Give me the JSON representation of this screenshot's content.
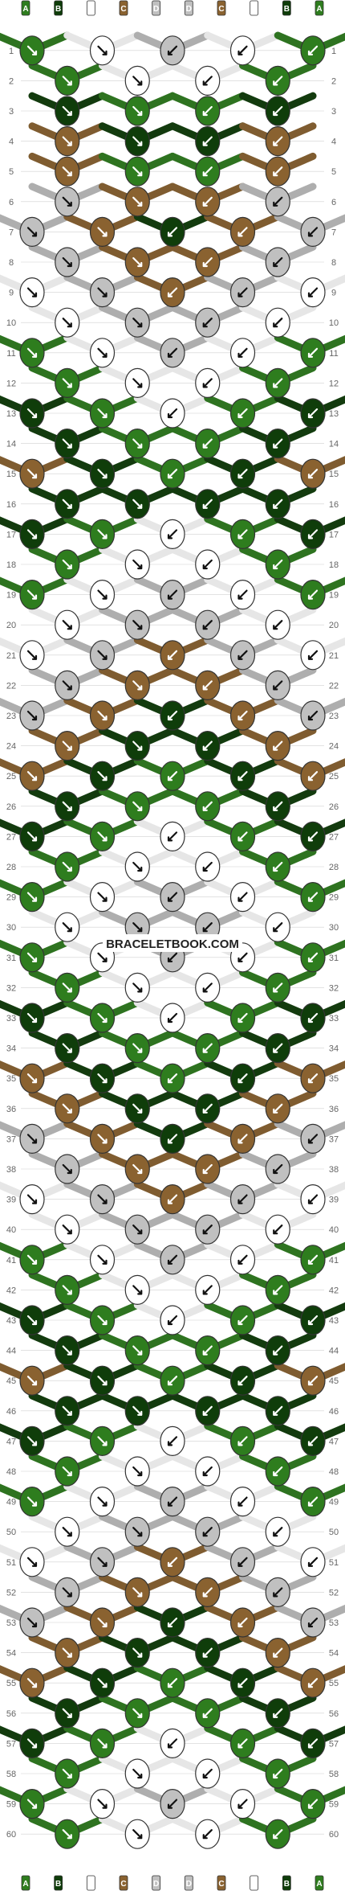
{
  "watermark": "BRACELETBOOK.COM",
  "colors": {
    "A": "#2e7d1e",
    "B": "#0f3d0a",
    "C": "#8a6230",
    "D": "#c0c0c0",
    "E": "#ffffff",
    "outline": "#333333",
    "rule": "#d0d0d0"
  },
  "strings": [
    "A",
    "B",
    "E",
    "C",
    "D",
    "D",
    "C",
    "E",
    "B",
    "A"
  ],
  "rows": [
    "1",
    "2",
    "3",
    "4",
    "5",
    "6",
    "7",
    "8",
    "9",
    "10",
    "11",
    "12",
    "13",
    "14",
    "15",
    "16",
    "17",
    "18",
    "19",
    "20",
    "21",
    "22",
    "23",
    "24",
    "25",
    "26",
    "27",
    "28",
    "29",
    "30",
    "31",
    "32",
    "33",
    "34",
    "35",
    "36",
    "37",
    "38",
    "39",
    "40",
    "41",
    "42",
    "43",
    "44",
    "45",
    "46",
    "47",
    "48",
    "49",
    "50",
    "51",
    "52",
    "53",
    "54",
    "55",
    "56",
    "57",
    "58",
    "59",
    "60"
  ],
  "knot_rows": [
    [
      "A",
      "E",
      "D",
      "E",
      "A"
    ],
    [
      "A",
      "E",
      "E",
      "A"
    ],
    [
      "B",
      "A",
      "A",
      "B"
    ],
    [
      "C",
      "B",
      "B",
      "C"
    ],
    [
      "C",
      "A",
      "A",
      "C"
    ],
    [
      "D",
      "C",
      "C",
      "D"
    ],
    [
      "D",
      "C",
      "B",
      "C",
      "D"
    ],
    [
      "D",
      "C",
      "C",
      "D"
    ],
    [
      "E",
      "D",
      "C",
      "D",
      "E"
    ],
    [
      "E",
      "D",
      "D",
      "E"
    ],
    [
      "A",
      "E",
      "D",
      "E",
      "A"
    ],
    [
      "A",
      "E",
      "E",
      "A"
    ],
    [
      "B",
      "A",
      "E",
      "A",
      "B"
    ],
    [
      "B",
      "A",
      "A",
      "B"
    ],
    [
      "C",
      "B",
      "A",
      "B",
      "C"
    ],
    [
      "B",
      "B",
      "B",
      "B"
    ],
    [
      "B",
      "A",
      "E",
      "A",
      "B"
    ],
    [
      "A",
      "E",
      "E",
      "A"
    ],
    [
      "A",
      "E",
      "D",
      "E",
      "A"
    ],
    [
      "E",
      "D",
      "D",
      "E"
    ],
    [
      "E",
      "D",
      "C",
      "D",
      "E"
    ],
    [
      "D",
      "C",
      "C",
      "D"
    ],
    [
      "D",
      "C",
      "B",
      "C",
      "D"
    ],
    [
      "C",
      "B",
      "B",
      "C"
    ],
    [
      "C",
      "B",
      "A",
      "B",
      "C"
    ],
    [
      "B",
      "A",
      "A",
      "B"
    ],
    [
      "B",
      "A",
      "E",
      "A",
      "B"
    ],
    [
      "A",
      "E",
      "E",
      "A"
    ],
    [
      "A",
      "E",
      "D",
      "E",
      "A"
    ],
    [
      "E",
      "D",
      "D",
      "E"
    ],
    [
      "A",
      "E",
      "D",
      "E",
      "A"
    ],
    [
      "A",
      "E",
      "E",
      "A"
    ],
    [
      "B",
      "A",
      "E",
      "A",
      "B"
    ],
    [
      "B",
      "A",
      "A",
      "B"
    ],
    [
      "C",
      "B",
      "A",
      "B",
      "C"
    ],
    [
      "C",
      "B",
      "B",
      "C"
    ],
    [
      "D",
      "C",
      "B",
      "C",
      "D"
    ],
    [
      "D",
      "C",
      "C",
      "D"
    ],
    [
      "E",
      "D",
      "C",
      "D",
      "E"
    ],
    [
      "E",
      "D",
      "D",
      "E"
    ],
    [
      "A",
      "E",
      "D",
      "E",
      "A"
    ],
    [
      "A",
      "E",
      "E",
      "A"
    ],
    [
      "B",
      "A",
      "E",
      "A",
      "B"
    ],
    [
      "B",
      "A",
      "A",
      "B"
    ],
    [
      "C",
      "B",
      "A",
      "B",
      "C"
    ],
    [
      "B",
      "B",
      "B",
      "B"
    ],
    [
      "B",
      "A",
      "E",
      "A",
      "B"
    ],
    [
      "A",
      "E",
      "E",
      "A"
    ],
    [
      "A",
      "E",
      "D",
      "E",
      "A"
    ],
    [
      "E",
      "D",
      "D",
      "E"
    ],
    [
      "E",
      "D",
      "C",
      "D",
      "E"
    ],
    [
      "D",
      "C",
      "C",
      "D"
    ],
    [
      "D",
      "C",
      "B",
      "C",
      "D"
    ],
    [
      "C",
      "B",
      "B",
      "C"
    ],
    [
      "C",
      "B",
      "A",
      "B",
      "C"
    ],
    [
      "B",
      "A",
      "A",
      "B"
    ],
    [
      "B",
      "A",
      "E",
      "A",
      "B"
    ],
    [
      "A",
      "E",
      "E",
      "A"
    ],
    [
      "A",
      "E",
      "D",
      "E",
      "A"
    ],
    [
      "A",
      "E",
      "E",
      "A"
    ]
  ]
}
